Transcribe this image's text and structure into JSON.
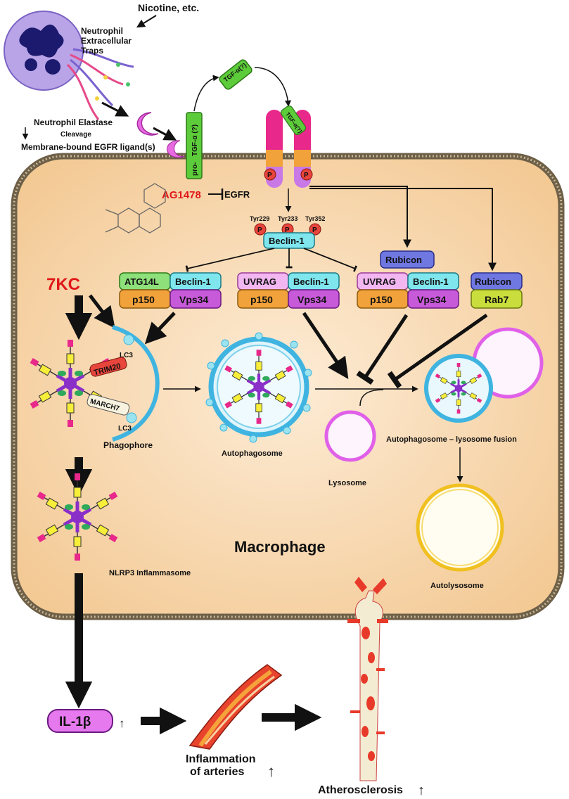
{
  "labels": {
    "nicotine": "Nicotine, etc.",
    "net_1": "Neutrophil",
    "net_2": "Extracellular",
    "net_3": "Traps",
    "elastase": "Neutrophil Elastase",
    "cleavage": "Cleavage",
    "ligand": "Membrane-bound EGFR ligand(s)",
    "pro": "pro-",
    "tgf_q": "TGF-α (?)",
    "tgf_q2": "TGF-α(?)",
    "ag1478": "AG1478",
    "egfr": "EGFR",
    "tyr229": "Tyr229",
    "tyr233": "Tyr233",
    "tyr352": "Tyr352",
    "p": "P",
    "beclin": "Beclin-1",
    "atg14l": "ATG14L",
    "uvrag": "UVRAG",
    "p150": "p150",
    "vps34": "Vps34",
    "rubicon": "Rubicon",
    "rab7": "Rab7",
    "kc7": "7KC",
    "trim20": "TRIM20",
    "march7": "MARCH7",
    "lc3": "LC3",
    "phagophore": "Phagophore",
    "autophagosome": "Autophagosome",
    "lysosome": "Lysosome",
    "fusion": "Autophagosome – lysosome fusion",
    "autolysosome": "Autolysosome",
    "macrophage": "Macrophage",
    "nlrp3": "NLRP3 Inflammasome",
    "il1b": "IL-1β",
    "inflam_1": "Inflammation",
    "inflam_2": "of arteries",
    "athero": "Atherosclerosis",
    "up_arrow": "↑"
  },
  "colors": {
    "cell_fill": "#f6d3a8",
    "membrane": "#6e6048",
    "atg14l": "#8ee07a",
    "beclin": "#7fe6ee",
    "uvrag": "#f2b6f0",
    "p150": "#f2a23a",
    "vps34": "#c75ad8",
    "rubicon": "#6f77e0",
    "rab7": "#c9dd3c",
    "phospho": "#e8453c",
    "tgf": "#5dcc3a",
    "red_text": "#e01818",
    "il1b": "#e779ef",
    "autophagosome": "#3fb4e0",
    "lysosome": "#e060e8",
    "autolysosome": "#f0c020"
  },
  "icons": [
    "neutrophil-icon",
    "elastase-icon",
    "egfr-receptor-icon",
    "ag1478-structure-icon",
    "inflammasome-icon",
    "artery-icon",
    "atherosclerotic-artery-icon"
  ]
}
